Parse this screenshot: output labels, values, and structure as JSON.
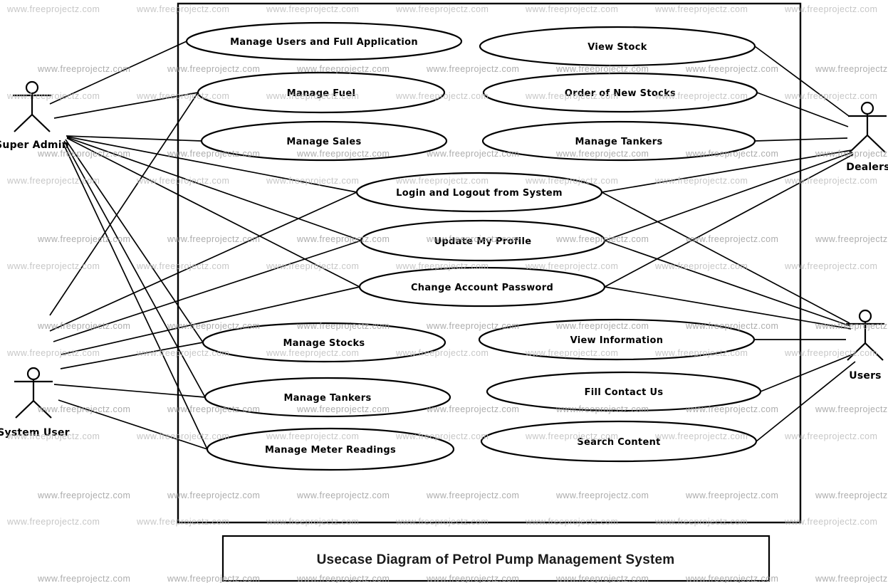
{
  "diagram": {
    "title": "Usecase Diagram of Petrol Pump Management System",
    "watermark": {
      "text": "www.freeprojectz.com",
      "color_light": "#bdbdbd",
      "color_dark": "#9e9e9e"
    },
    "colors": {
      "background": "#ffffff",
      "stroke": "#000000"
    },
    "actors": [
      {
        "id": "super_admin",
        "label": "Super Admin"
      },
      {
        "id": "system_user",
        "label": "System User"
      },
      {
        "id": "dealers",
        "label": "Dealers"
      },
      {
        "id": "users",
        "label": "Users"
      }
    ],
    "usecases": [
      {
        "id": "manage_users",
        "label": "Manage Users and Full Application"
      },
      {
        "id": "manage_fuel",
        "label": "Manage Fuel"
      },
      {
        "id": "manage_sales",
        "label": "Manage Sales"
      },
      {
        "id": "login",
        "label": "Login and Logout from System"
      },
      {
        "id": "update_profile",
        "label": "Update My Profile"
      },
      {
        "id": "change_password",
        "label": "Change Account Password"
      },
      {
        "id": "manage_stocks",
        "label": "Manage Stocks"
      },
      {
        "id": "manage_tankers_left",
        "label": "Manage Tankers"
      },
      {
        "id": "manage_meter",
        "label": "Manage Meter Readings"
      },
      {
        "id": "view_stock",
        "label": "View Stock"
      },
      {
        "id": "order_stocks",
        "label": "Order of New Stocks"
      },
      {
        "id": "manage_tankers_right",
        "label": "Manage Tankers"
      },
      {
        "id": "view_info",
        "label": "View Information"
      },
      {
        "id": "fill_contact",
        "label": "Fill Contact Us"
      },
      {
        "id": "search_content",
        "label": "Search Content"
      }
    ],
    "connections": [
      {
        "from": "super_admin",
        "to": "manage_users"
      },
      {
        "from": "super_admin",
        "to": "manage_fuel"
      },
      {
        "from": "super_admin",
        "to": "manage_sales"
      },
      {
        "from": "super_admin",
        "to": "login"
      },
      {
        "from": "super_admin",
        "to": "update_profile"
      },
      {
        "from": "super_admin",
        "to": "change_password"
      },
      {
        "from": "super_admin",
        "to": "manage_stocks"
      },
      {
        "from": "super_admin",
        "to": "manage_tankers_left"
      },
      {
        "from": "super_admin",
        "to": "manage_meter"
      },
      {
        "from": "system_user",
        "to": "manage_fuel"
      },
      {
        "from": "system_user",
        "to": "login"
      },
      {
        "from": "system_user",
        "to": "update_profile"
      },
      {
        "from": "system_user",
        "to": "change_password"
      },
      {
        "from": "system_user",
        "to": "manage_stocks"
      },
      {
        "from": "system_user",
        "to": "manage_tankers_left"
      },
      {
        "from": "system_user",
        "to": "manage_meter"
      },
      {
        "from": "dealers",
        "to": "view_stock"
      },
      {
        "from": "dealers",
        "to": "order_stocks"
      },
      {
        "from": "dealers",
        "to": "manage_tankers_right"
      },
      {
        "from": "dealers",
        "to": "login"
      },
      {
        "from": "dealers",
        "to": "update_profile"
      },
      {
        "from": "dealers",
        "to": "change_password"
      },
      {
        "from": "users",
        "to": "view_info"
      },
      {
        "from": "users",
        "to": "fill_contact"
      },
      {
        "from": "users",
        "to": "search_content"
      },
      {
        "from": "users",
        "to": "login"
      },
      {
        "from": "users",
        "to": "update_profile"
      },
      {
        "from": "users",
        "to": "change_password"
      }
    ]
  }
}
